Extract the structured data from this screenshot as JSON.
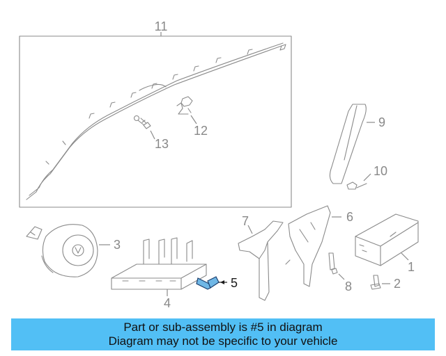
{
  "callouts": {
    "c1": "1",
    "c2": "2",
    "c3": "3",
    "c4": "4",
    "c5": "5",
    "c6": "6",
    "c7": "7",
    "c8": "8",
    "c9": "9",
    "c10": "10",
    "c11": "11",
    "c12": "12",
    "c13": "13"
  },
  "highlight": {
    "part_number": "5",
    "color": "#6fb7e6"
  },
  "banner": {
    "line1": "Part or sub-assembly is #5 in diagram",
    "line2": "Diagram may not be specific to your vehicle",
    "background": "#52bff5"
  }
}
